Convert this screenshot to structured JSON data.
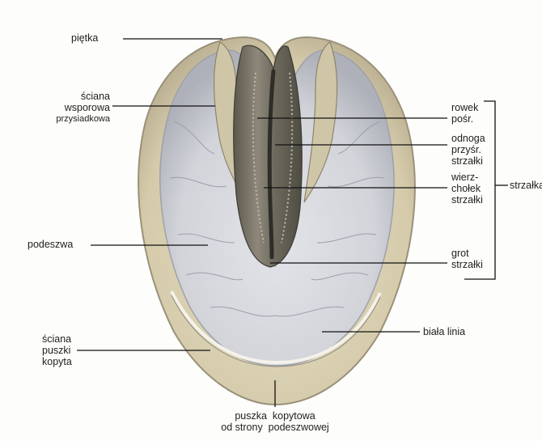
{
  "labels": {
    "pietka": "piętka",
    "sciana_wsporowa": [
      "ściana",
      "wsporowa",
      "przysiadkowa"
    ],
    "podeszwa": "podeszwa",
    "sciana_puszki": [
      "ściana",
      "puszki",
      "kopyta"
    ],
    "rowek": [
      "rowek",
      "pośr."
    ],
    "odnoga": [
      "odnoga",
      "przyśr.",
      "strzałki"
    ],
    "wierzcholek": [
      "wierz-",
      "chołek",
      "strzałki"
    ],
    "grot": [
      "grot",
      "strzałki"
    ],
    "strzalka": "strzałka",
    "biala_linia": "biała linia",
    "puszka": [
      "puszka  kopytowa",
      "od strony  podeszwowej"
    ]
  },
  "colors": {
    "horn_wall": "#d8d0b4",
    "horn_edge": "#a89f86",
    "sole": "#dcdde2",
    "sole_shadow": "#b9bcc4",
    "frog_dark": "#6e6a5e",
    "frog_light": "#a4a090",
    "white_line": "#f2f0e6",
    "leader": "#111111"
  }
}
